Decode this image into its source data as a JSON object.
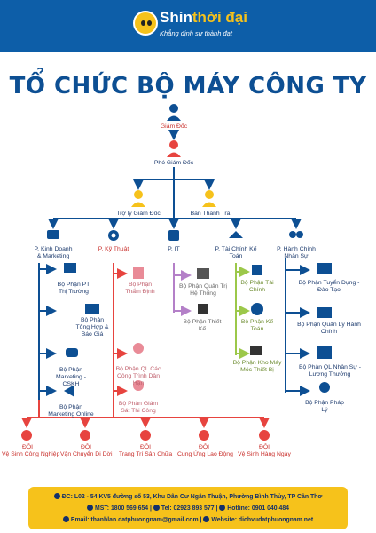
{
  "brand": {
    "name_part1": "Shin",
    "name_part2": "thời đại",
    "tagline": "Khẳng định sự thành đạt"
  },
  "title": "TỔ CHỨC BỘ MÁY CÔNG TY",
  "nodes": {
    "giam_doc": "Giám Đốc",
    "pho_giam_doc": "Phó Giám Đốc",
    "tro_ly": "Trợ lý Giám Đốc",
    "ban_thanh_tra": "Ban Thanh Tra",
    "p_kinh_doanh": "P. Kinh Doanh & Marketing",
    "p_ky_thuat": "P. Kỹ Thuật",
    "p_it": "P. IT",
    "p_tai_chinh": "P. Tài Chính Kế Toán",
    "p_hanh_chinh": "P. Hành Chính Nhân Sự"
  },
  "kd_children": [
    "Bộ Phận PT Thị Trường",
    "Bộ Phận Tổng Hợp & Báo Giá",
    "Bộ Phận Marketing - CSKH",
    "Bộ Phận Marketing Online"
  ],
  "kt_children": [
    "Bộ Phận Thẩm Định",
    "Bộ Phận QL Các Công Trình Dân Hạn",
    "Bộ Phận Giám Sát Thi Công"
  ],
  "it_children": [
    "Bộ Phận Quản Trị Hệ Thống",
    "Bộ Phận Thiết Kế"
  ],
  "tc_children": [
    "Bộ Phận Tài Chính",
    "Bộ Phận Kế Toán",
    "Bộ Phận Kho Máy Móc Thiết Bị"
  ],
  "hc_children": [
    "Bộ Phận Tuyển Dụng - Đào Tạo",
    "Bộ Phận Quản Lý Hành Chính",
    "Bộ Phận QL Nhân Sự - Lương Thưởng",
    "Bộ Phận Pháp Lý"
  ],
  "teams": [
    {
      "name": "ĐỘI",
      "label": "Vệ Sinh Công Nghiệp"
    },
    {
      "name": "ĐỘI",
      "label": "Vận Chuyển Di Dời"
    },
    {
      "name": "ĐỘI",
      "label": "Trang Trí Sân Chữa"
    },
    {
      "name": "ĐỘI",
      "label": "Cung Ứng Lao Động"
    },
    {
      "name": "ĐỘI",
      "label": "Vệ Sinh Hàng Ngày"
    }
  ],
  "footer": {
    "address": "ĐC: L02 - 54 KV5 đường số 53, Khu Dân Cư Ngân Thuận, Phường Bình Thủy, TP Cần Thơ",
    "mst": "MST: 1800 569 654",
    "tel": "Tel: 02923 893 577",
    "hotline": "Hotline: 0901 040 484",
    "email": "Email: thanhlan.datphuongnam@gmail.com",
    "website": "Website: dichvudatphuongnam.net"
  },
  "colors": {
    "header": "#0d5ea8",
    "title": "#0d4f93",
    "footer": "#f6c21b",
    "accent_red": "#e7443f",
    "accent_pink": "#e98b97",
    "accent_purple": "#b480c8",
    "accent_green": "#9cc84a"
  }
}
